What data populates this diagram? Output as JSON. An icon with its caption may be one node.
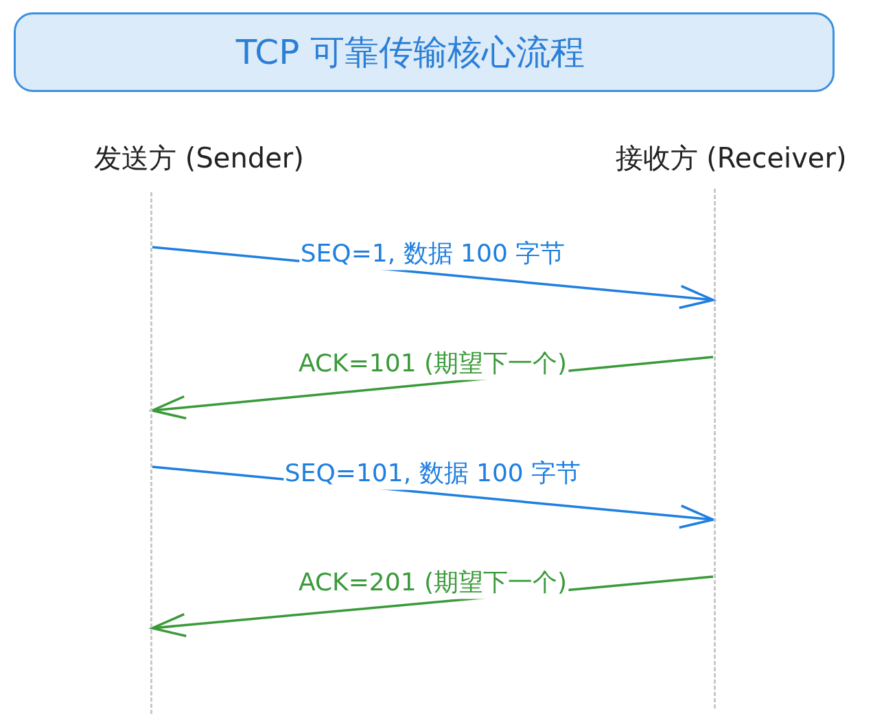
{
  "diagram": {
    "title": "TCP 可靠传输核心流程",
    "nodes": [
      {
        "text": [],
        "shape": "line",
        "beside": [
          "发送方 (Sender)"
        ]
      },
      {
        "text": [],
        "shape": "line",
        "beside": [
          "接收方 (Receiver)"
        ]
      }
    ],
    "edges": [
      {
        "from": 0,
        "to": 1,
        "arrow": "to",
        "label": "SEQ=1, 数据 100 字节",
        "color": "#1f7fe0"
      },
      {
        "from": 1,
        "to": 0,
        "arrow": "to",
        "label": "ACK=101 (期望下一个)",
        "color": "#3a9a3a"
      },
      {
        "from": 0,
        "to": 1,
        "arrow": "to",
        "label": "SEQ=101, 数据 100 字节",
        "color": "#1f7fe0"
      },
      {
        "from": 1,
        "to": 0,
        "arrow": "to",
        "label": "ACK=201 (期望下一个)",
        "color": "#3a9a3a"
      }
    ]
  }
}
